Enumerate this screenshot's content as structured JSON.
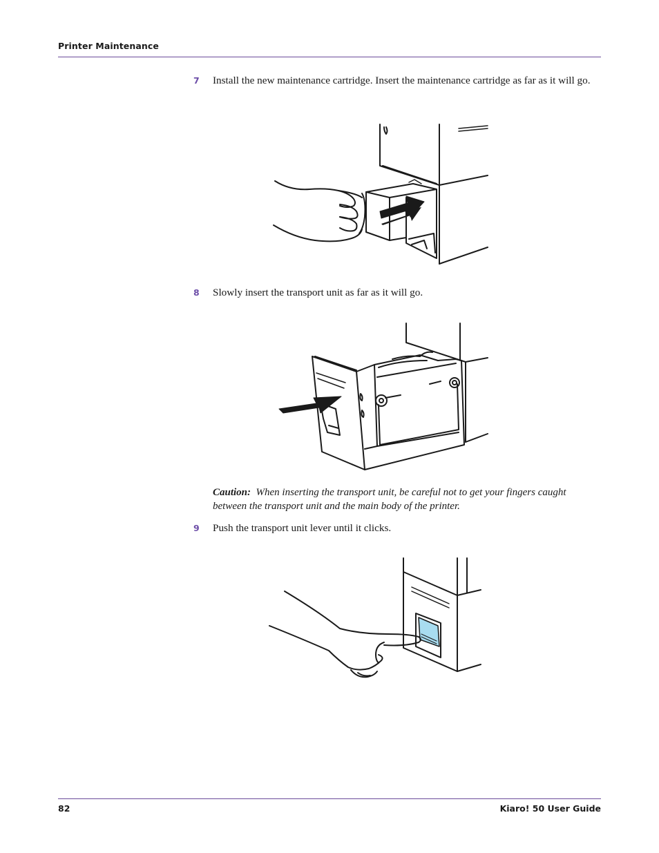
{
  "header": {
    "section": "Printer Maintenance"
  },
  "steps": [
    {
      "number": "7",
      "text": "Install the new maintenance cartridge. Insert the maintenance cartridge as far as it will go."
    },
    {
      "number": "8",
      "text": "Slowly insert the transport unit as far as it will go."
    },
    {
      "number": "9",
      "text": "Push the transport unit lever until it clicks."
    }
  ],
  "caution": {
    "label": "Caution:",
    "text": "When inserting the transport unit, be careful not to get your fingers caught between the transport unit and the main body of the printer."
  },
  "footer": {
    "page_number": "82",
    "guide_title": "Kiaro! 50 User Guide"
  },
  "colors": {
    "accent": "#6d4ea8",
    "rule": "#6a4a9a",
    "lever_highlight": "#a8dcf0"
  }
}
